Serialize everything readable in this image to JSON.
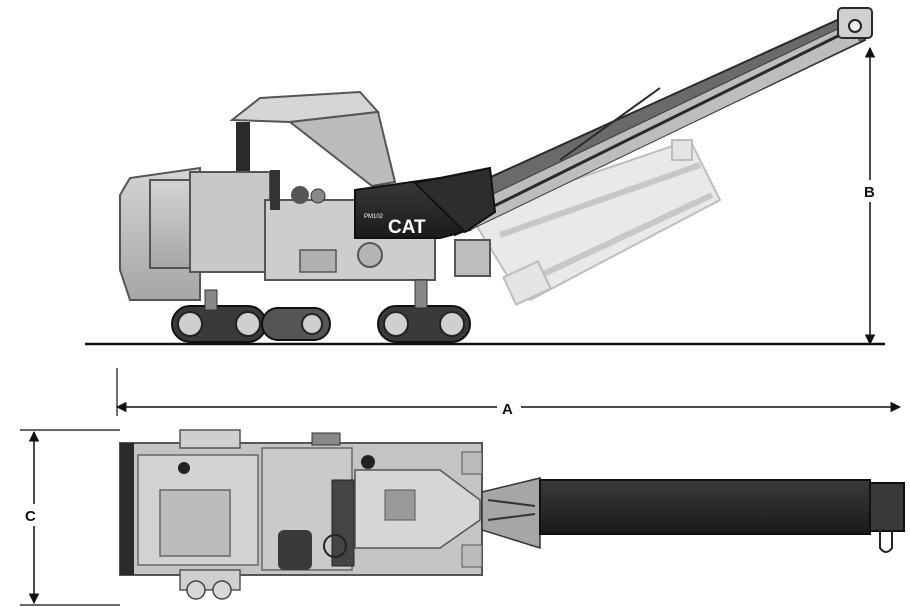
{
  "brand": {
    "logo_text": "CAT",
    "model": "PM102"
  },
  "dimensions": {
    "a_label": "A",
    "b_label": "B",
    "c_label": "C"
  }
}
